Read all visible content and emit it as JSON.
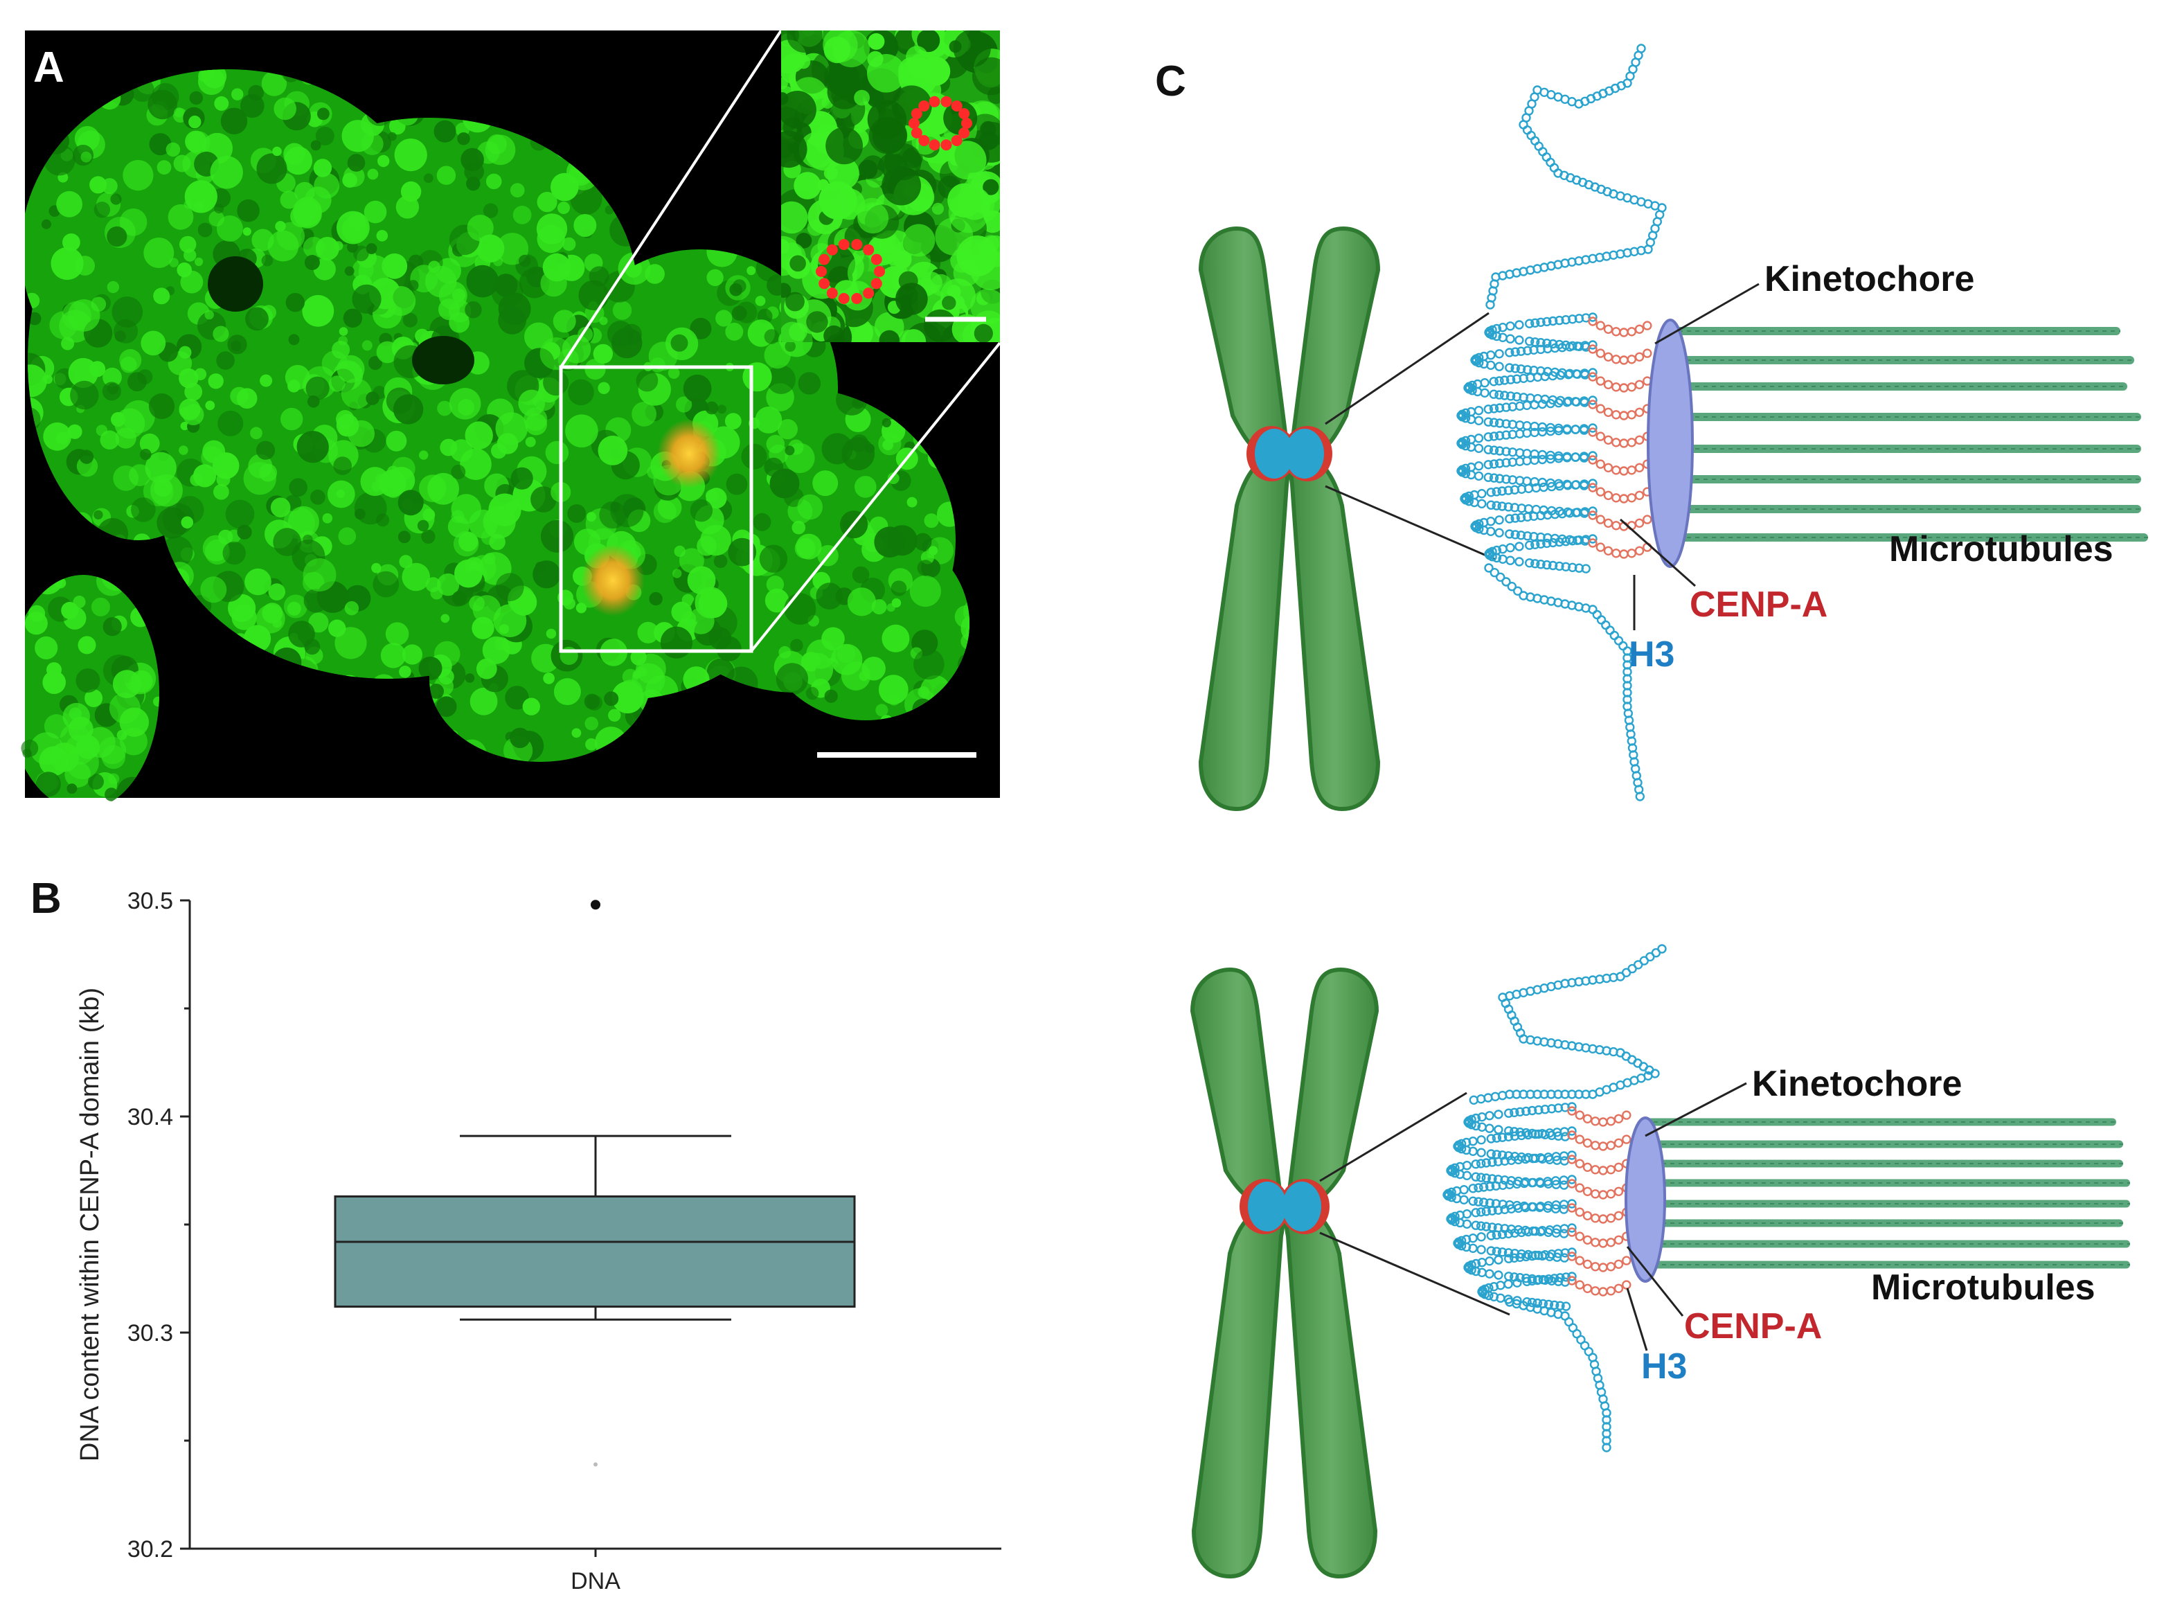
{
  "figure": {
    "panels": {
      "a": {
        "letter": "A"
      },
      "b": {
        "letter": "B"
      },
      "c": {
        "letter": "C"
      }
    },
    "colors": {
      "dna_green": "#2fdc1a",
      "cenpa_spot": "#f5b800",
      "box_fill": "#6e9c9c",
      "chromatin_blue": "#2ba3cf",
      "cenpa_red": "#e3735f",
      "kinetochore": "#9aa6e6",
      "microtubule": "#5aa77d",
      "chromosome": "#4e9a4f",
      "centromere_red": "#d43a2f",
      "label_red": "#c1272d",
      "label_blue": "#1f7fc4"
    },
    "icons": [
      "microscopy-image",
      "chromosome-diagram"
    ]
  },
  "diagram": {
    "top": {
      "kinetochore": "Kinetochore",
      "microtubules": "Microtubules",
      "cenpa": "CENP-A",
      "h3": "H3"
    },
    "bottom": {
      "kinetochore": "Kinetochore",
      "microtubules": "Microtubules",
      "cenpa": "CENP-A",
      "h3": "H3"
    }
  },
  "chart_data": {
    "type": "box",
    "categories": [
      "DNA"
    ],
    "ylabel": "DNA content within CENP-A domain (kb)",
    "xlabel": "",
    "ylim": [
      30.2,
      30.5
    ],
    "yticks": [
      30.2,
      30.3,
      30.4,
      30.5
    ],
    "ytick_labels": [
      "30.2",
      "30.3",
      "30.4",
      "30.5"
    ],
    "box": {
      "whisker_low": 30.306,
      "q1": 30.312,
      "median": 30.342,
      "q3": 30.363,
      "whisker_high": 30.391
    },
    "outliers": [
      30.498,
      30.239
    ],
    "grid": false
  }
}
